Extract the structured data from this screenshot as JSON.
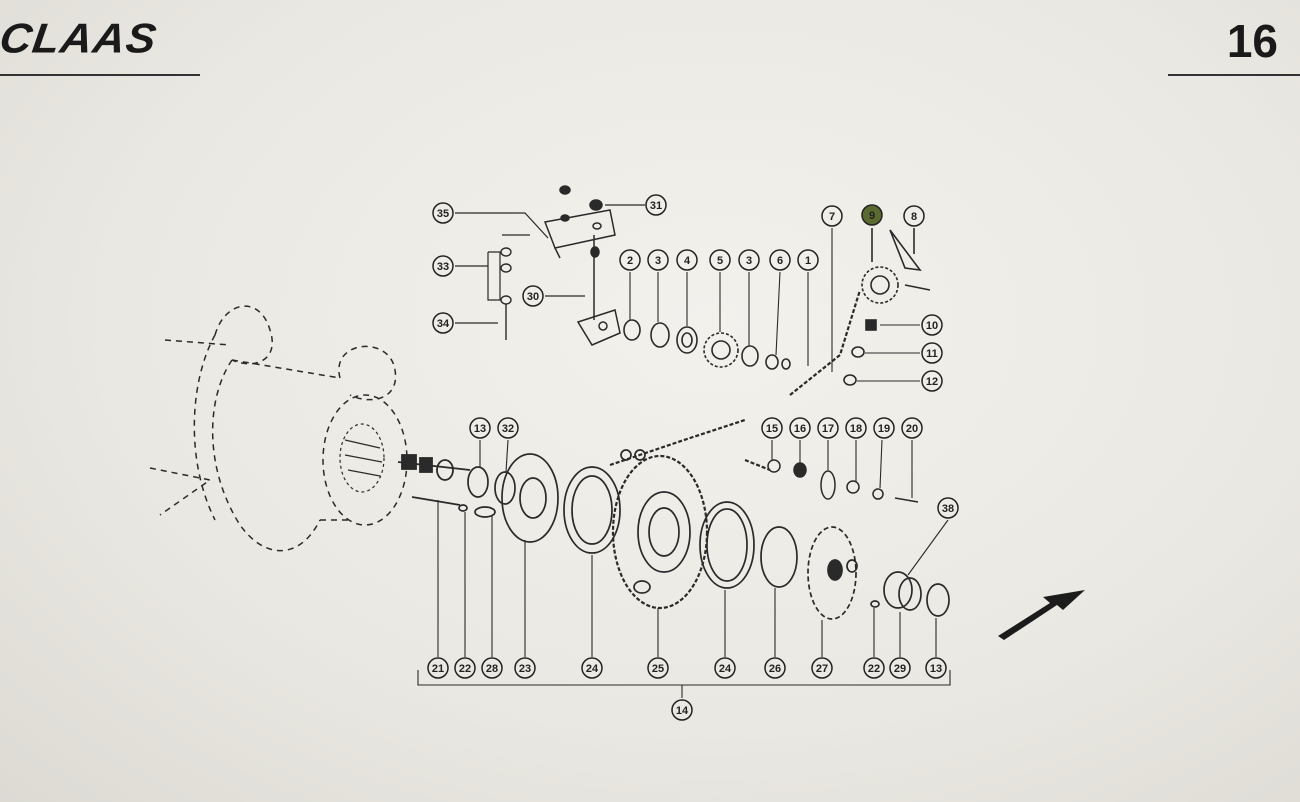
{
  "header": {
    "logo_text": "CLAAS",
    "page_number": "16"
  },
  "diagram": {
    "callouts": {
      "c35": "35",
      "c31": "31",
      "c33": "33",
      "c30": "30",
      "c34": "34",
      "c2": "2",
      "c3a": "3",
      "c4": "4",
      "c5": "5",
      "c3b": "3",
      "c6": "6",
      "c1": "1",
      "c7": "7",
      "c9": "9",
      "c8": "8",
      "c10": "10",
      "c11": "11",
      "c12": "12",
      "c13a": "13",
      "c32": "32",
      "c15": "15",
      "c16": "16",
      "c17": "17",
      "c18": "18",
      "c19": "19",
      "c20": "20",
      "c38": "38",
      "b21": "21",
      "b22a": "22",
      "b28": "28",
      "b23": "23",
      "b24a": "24",
      "b25": "25",
      "b24b": "24",
      "b26": "26",
      "b27": "27",
      "b22b": "22",
      "b29": "29",
      "b13": "13",
      "c14": "14"
    }
  }
}
